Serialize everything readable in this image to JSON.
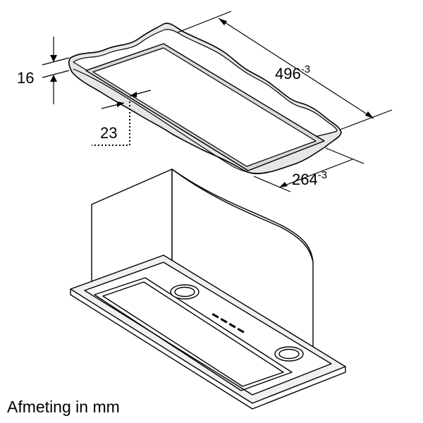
{
  "dimensions": {
    "depth": {
      "value": "264",
      "tolerance": "-3"
    },
    "width": {
      "value": "496",
      "tolerance": "-3"
    },
    "thickness": {
      "value": "16"
    },
    "edge_offset": {
      "value": "23"
    }
  },
  "caption": "Afmeting in mm"
}
